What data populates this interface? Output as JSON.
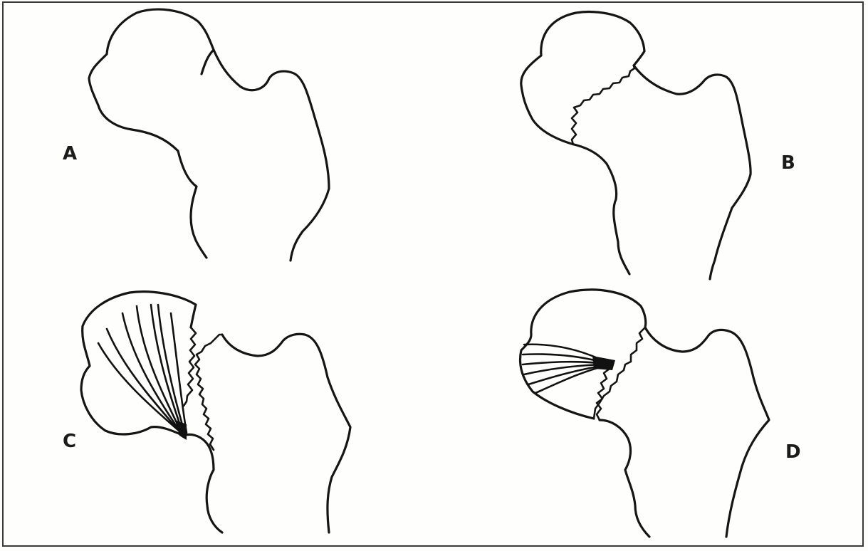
{
  "panels": [
    {
      "id": "A",
      "label": "A"
    },
    {
      "id": "B",
      "label": "B"
    },
    {
      "id": "C",
      "label": "C"
    },
    {
      "id": "D",
      "label": "D"
    }
  ],
  "colors": {
    "line": "#151515",
    "background": "#fefefc",
    "frame": "#3a3a3a"
  }
}
